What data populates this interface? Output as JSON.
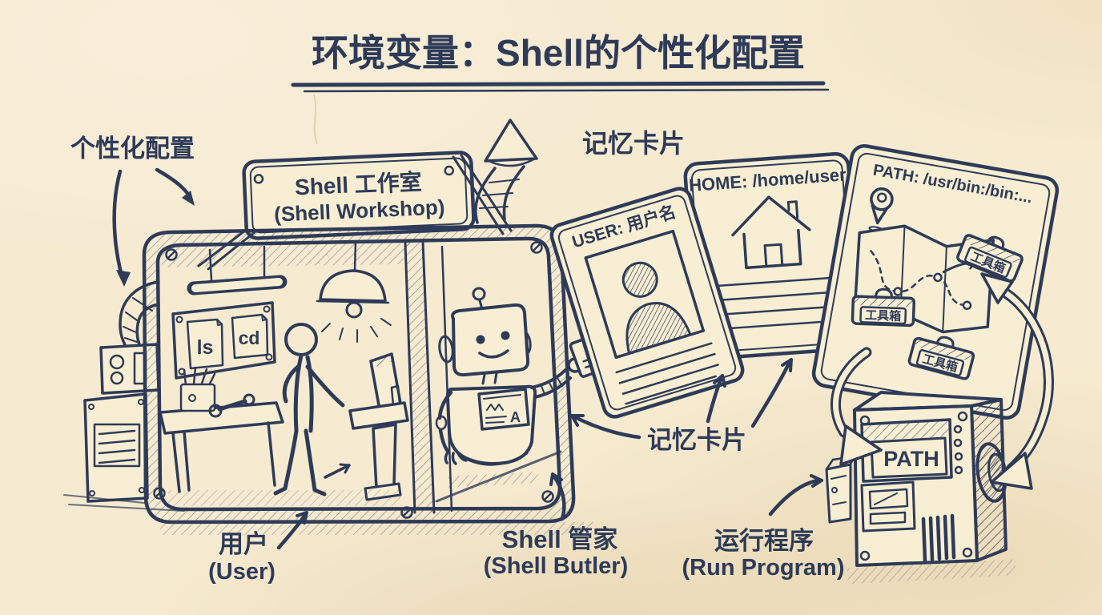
{
  "colors": {
    "ink": "#2e3b58",
    "paper": "#f6ead0"
  },
  "title": {
    "text": "环境变量：Shell的个性化配置"
  },
  "labels": {
    "personalization": "个性化配置",
    "memory_cards_top": "记忆卡片",
    "memory_cards_mid": "记忆卡片",
    "user_cn": "用户",
    "user_en": "(User)",
    "butler_cn": "Shell 管家",
    "butler_en": "(Shell Butler)",
    "run_cn": "运行程序",
    "run_en": "(Run Program)"
  },
  "workshop": {
    "sign_line1": "Shell 工作室",
    "sign_line2": "(Shell Workshop)",
    "poster_ls": "ls",
    "poster_cd": "cd"
  },
  "cards": {
    "user": {
      "header": "USER: 用户名"
    },
    "home": {
      "header": "HOME: /home/user"
    },
    "path": {
      "header": "PATH: /usr/bin:/bin:...",
      "toolbox_1": "工具箱",
      "toolbox_2": "工具箱",
      "toolbox_3": "工具箱"
    }
  },
  "machine": {
    "slot_label": "PATH"
  },
  "robot": {
    "chest_letter": "A"
  }
}
